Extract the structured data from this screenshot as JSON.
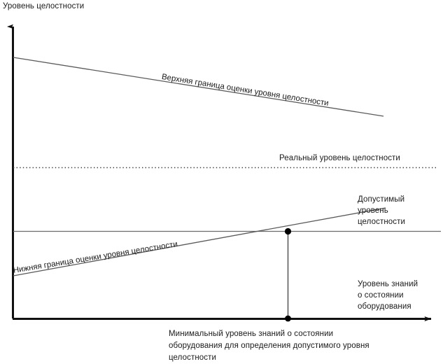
{
  "figure": {
    "title_y_axis": "Уровень целостности",
    "axis_x_label": "Уровень знаний\nо состоянии\nоборудования",
    "caption": "Минимальный  уровень знаний о состоянии\nоборудования для определения допустимого уровня\n целостности",
    "colors": {
      "axis": "#111111",
      "line": "#555555",
      "text": "#1a1a1a",
      "background": "#ffffff",
      "marker": "#000000"
    }
  },
  "chart_data": {
    "type": "line",
    "title": "",
    "xlabel": "Уровень знаний о состоянии оборудования",
    "ylabel": "Уровень целостности",
    "xlim": [
      0,
      100
    ],
    "ylim": [
      0,
      100
    ],
    "grid": false,
    "legend": "inline-annotations",
    "series": [
      {
        "name": "Верхняя граница оценки уровня целостности",
        "style": "solid",
        "label": "Верхняя граница оценки уровня целостности",
        "x": [
          0,
          87
        ],
        "y": [
          88,
          68.5
        ]
      },
      {
        "name": "Реальный уровень целостности",
        "style": "dotted",
        "label": "Реальный уровень целостности",
        "x": [
          0,
          99
        ],
        "y": [
          50.8,
          50.8
        ]
      },
      {
        "name": "Допустимый уровень целостности",
        "style": "solid-horizontal",
        "label": "Допустимый уровень целостности",
        "x": [
          0,
          100
        ],
        "y": [
          29.4,
          29.4
        ]
      },
      {
        "name": "Нижняя граница оценки уровня целостности",
        "style": "solid",
        "label": "Нижняя граница оценки уровня целостности",
        "x": [
          0,
          88
        ],
        "y": [
          14.5,
          36.3
        ]
      }
    ],
    "annotations": [
      {
        "name": "intersection-point",
        "x": 64.7,
        "y": 29.4,
        "marker": "dot",
        "label": "Минимальный  уровень знаний о состоянии оборудования для определения допустимого уровня целостности"
      },
      {
        "name": "x-axis-point",
        "x": 64.7,
        "y": 0,
        "marker": "dot",
        "label": ""
      }
    ]
  },
  "labels": {
    "upper_bound": "Верхняя граница оценки уровня целостности",
    "real_level": "Реальный уровень целостности",
    "allowed_level": "Допустимый\nуровень\nцелостности",
    "lower_bound": "Нижняя граница оценки уровня целостности",
    "knowledge_level": "Уровень знаний\nо состоянии\nоборудования",
    "y_axis_title": "Уровень целостности",
    "bottom_caption": "Минимальный  уровень знаний о состоянии\nоборудования для определения допустимого уровня\n целостности"
  }
}
